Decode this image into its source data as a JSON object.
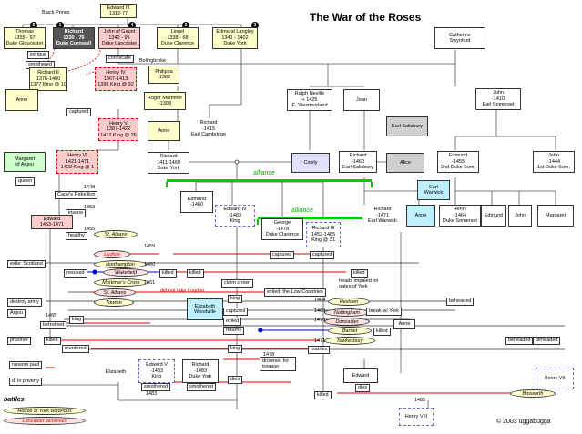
{
  "title": "The War of the Roses",
  "copyright": "© 2003 uggabugga",
  "labels": {
    "black_prince": "Black Prince",
    "edward3": [
      "Edward III",
      "1312-77"
    ],
    "bolingbroke": "Bolingbroke",
    "alliance": "alliance",
    "legend_title": "battles",
    "legend_york": "House of York victorious",
    "legend_lancaster": "Lancaster victorious",
    "heads": "heads impaled on gates of York",
    "no_london": "did not take London"
  },
  "colors": {
    "lancaster_red": "#dd0000",
    "york_blue": "#0000cc",
    "alliance_green": "#00aa00"
  },
  "people": {
    "thomas": [
      "Thomas",
      "1355 - 97",
      "Duke Gloucester"
    ],
    "richard_bp": [
      "Richard",
      "1330 - 76",
      "Duke Cornwall"
    ],
    "john_gaunt": [
      "John of Gaunt",
      "1340 - 99",
      "Duke Lancaster"
    ],
    "lionel": [
      "Lionel",
      "1338 - 68",
      "Duke Clarence"
    ],
    "edmund_langley": [
      "Edmund Langley",
      "1341 - 1402",
      "Duke York"
    ],
    "richard2": [
      "Richard II",
      "1376-1400",
      "1377 King @ 10"
    ],
    "henry4": [
      "Henry IV",
      "1367-1413",
      "1399 King @ 32"
    ],
    "philippa": [
      "Philippa",
      "-1382"
    ],
    "roger_mortimer": [
      "Roger Mortimer",
      "-1398"
    ],
    "anne_top": "Anne",
    "anne_mid": "Anne",
    "henry5": [
      "Henry V",
      "1387-1422",
      "1412 King @ 26"
    ],
    "richard_cambridge": [
      "Richard",
      "-1415",
      "Earl Cambridge"
    ],
    "ralph_neville": [
      "Ralph Neville",
      "+ 1425",
      "E. Westmorland"
    ],
    "joan": "Joan",
    "catherine": [
      "Catherine",
      "Swynford"
    ],
    "john_somerset": [
      "John",
      "-1410",
      "Earl Somerset"
    ],
    "earl_salisbury_top": "Earl Salisbury",
    "margaret_anjou": [
      "Margaret",
      "of Anjou"
    ],
    "henry6": [
      "Henry VI",
      "1421-1471",
      "1422 King @ 1"
    ],
    "richard_york": [
      "Richard",
      "1411-1460",
      "Duke York"
    ],
    "cicely": "Cicely",
    "richard_salisbury": [
      "Richard",
      "-1460",
      "Earl Salisbury"
    ],
    "alice": "Alice",
    "edmund_somerset": [
      "Edmund",
      "-1455",
      "2nd Duke Som."
    ],
    "john_somerset1": [
      "John",
      "-1444",
      "1st Duke Som."
    ],
    "earl_warwick_top": [
      "Earl",
      "Warwick"
    ],
    "edward_prince": [
      "Edward",
      "1453-1471"
    ],
    "edmund_small": [
      "Edmund",
      "-1460"
    ],
    "edward4": [
      "Edward IV",
      "-1483",
      "King"
    ],
    "richard3": [
      "Richard III",
      "1452-1485",
      "King @ 31"
    ],
    "george": [
      "George",
      "-1478",
      "Duke Clarence"
    ],
    "richard_warwick": [
      "Richard",
      "-1471",
      "Earl Warwick"
    ],
    "anne_warwick": "Anne",
    "henry_somerset": [
      "Henry",
      "-1464",
      "Duke Somerset"
    ],
    "edmund_b": "Edmund",
    "john_b": "John",
    "margaret_b": "Margaret",
    "elizabeth_woodville": [
      "Elizabeth",
      "Woodville"
    ],
    "elizabeth": "Elizabeth",
    "edward5": [
      "Edward V",
      "-1483",
      "King"
    ],
    "richard_young": [
      "Richard",
      "-1483",
      "Duke York"
    ],
    "edward_bottom": "Edward",
    "henry7": "Henry VII",
    "henry8": "Henry VIII",
    "anne_right": "Anne"
  },
  "events": {
    "intrigue": "intrigue",
    "smothered": "smothered",
    "confiscate": "confiscate",
    "captured": "captured",
    "queen": "queen",
    "cades": "Cade's Rebellion",
    "insane": "insane",
    "healthy": "healthy",
    "exile_scotland": "exile: Scotland",
    "rescued": "rescued",
    "destroy_army": "destroy army",
    "anjou": "Anjou",
    "betrothed": "betrothed",
    "king": "king",
    "prisoner": "prisoner",
    "killed": "killed",
    "ransom": "ransom paid",
    "d_poverty": "d. in poverty",
    "murdered": "murdered",
    "exiled_low": "exiled: the Low Countries",
    "claim_crown": "claim crown",
    "exiled": "exiled",
    "returns": "returns",
    "break_warwick": "break w/ York",
    "marries": "marries",
    "drowned": "drowned for treason",
    "dies": "dies",
    "beheaded": "beheaded"
  },
  "battles": {
    "st_albans": "St. Albans",
    "ludlow": "Ludlow",
    "northampton": "Northampton",
    "wakefield": "Wakefield",
    "mortimers_cross": "Mortimer's Cross",
    "st_albans2": "St. Albans",
    "towton": "Towton",
    "hexham": "Hexham",
    "nottingham": "Nottingham",
    "doncaster": "Doncaster",
    "barnet": "Barnet",
    "tewkesbury": "Tewkesbury",
    "bosworth": "Bosworth"
  },
  "years": [
    "1448",
    "1453",
    "1455",
    "1459",
    "1460",
    "1461",
    "1464",
    "1465",
    "1469",
    "1470",
    "1471",
    "1478",
    "1483",
    "1485"
  ]
}
